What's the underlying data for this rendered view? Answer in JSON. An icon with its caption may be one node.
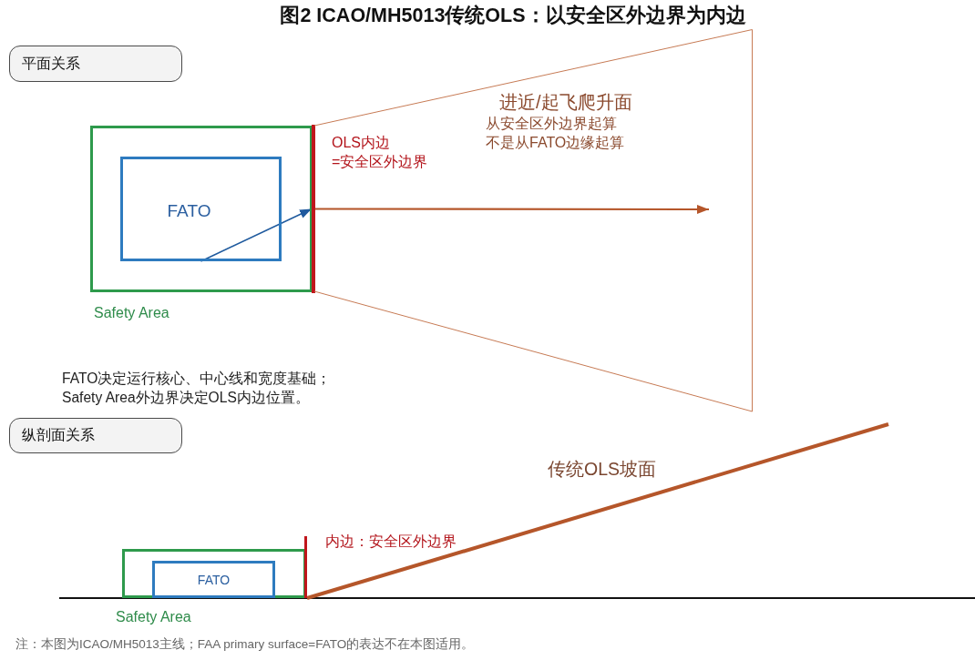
{
  "diagram": {
    "title": "图2 ICAO/MH5013传统OLS：以安全区外边界为内边",
    "nodes": [
      {
        "text": [
          "平面关系"
        ]
      },
      {
        "text": [
          "Safety Area"
        ]
      },
      {
        "text": [
          "FATO"
        ],
        "in": 1
      },
      {
        "text": [],
        "shape": "bar"
      },
      {
        "text": [
          "进近/起飞爬升面",
          "从安全区外边界起算",
          "不是从FATO边缘起算"
        ]
      },
      {
        "text": [
          "纵剖面关系"
        ]
      },
      {
        "text": [
          "Safety Area"
        ]
      },
      {
        "text": [
          "FATO"
        ],
        "in": 6
      },
      {
        "text": [],
        "shape": "bar",
        "beside": [
          "内边：安全区外边界"
        ]
      }
    ],
    "edges": [
      {
        "from": 2,
        "to": 3,
        "arrow": "to",
        "color": "#1f5a9e"
      },
      {
        "from": 3,
        "to": 4,
        "arrow": "to",
        "color": "#b5562a"
      }
    ],
    "labels": [
      "OLS内边",
      "=安全区外边界",
      "FATO决定运行核心、中心线和宽度基础；",
      "Safety Area外边界决定OLS内边位置。",
      "传统OLS坡面",
      "注：本图为ICAO/MH5013主线；FAA primary surface=FATO的表达不在本图适用。"
    ]
  }
}
